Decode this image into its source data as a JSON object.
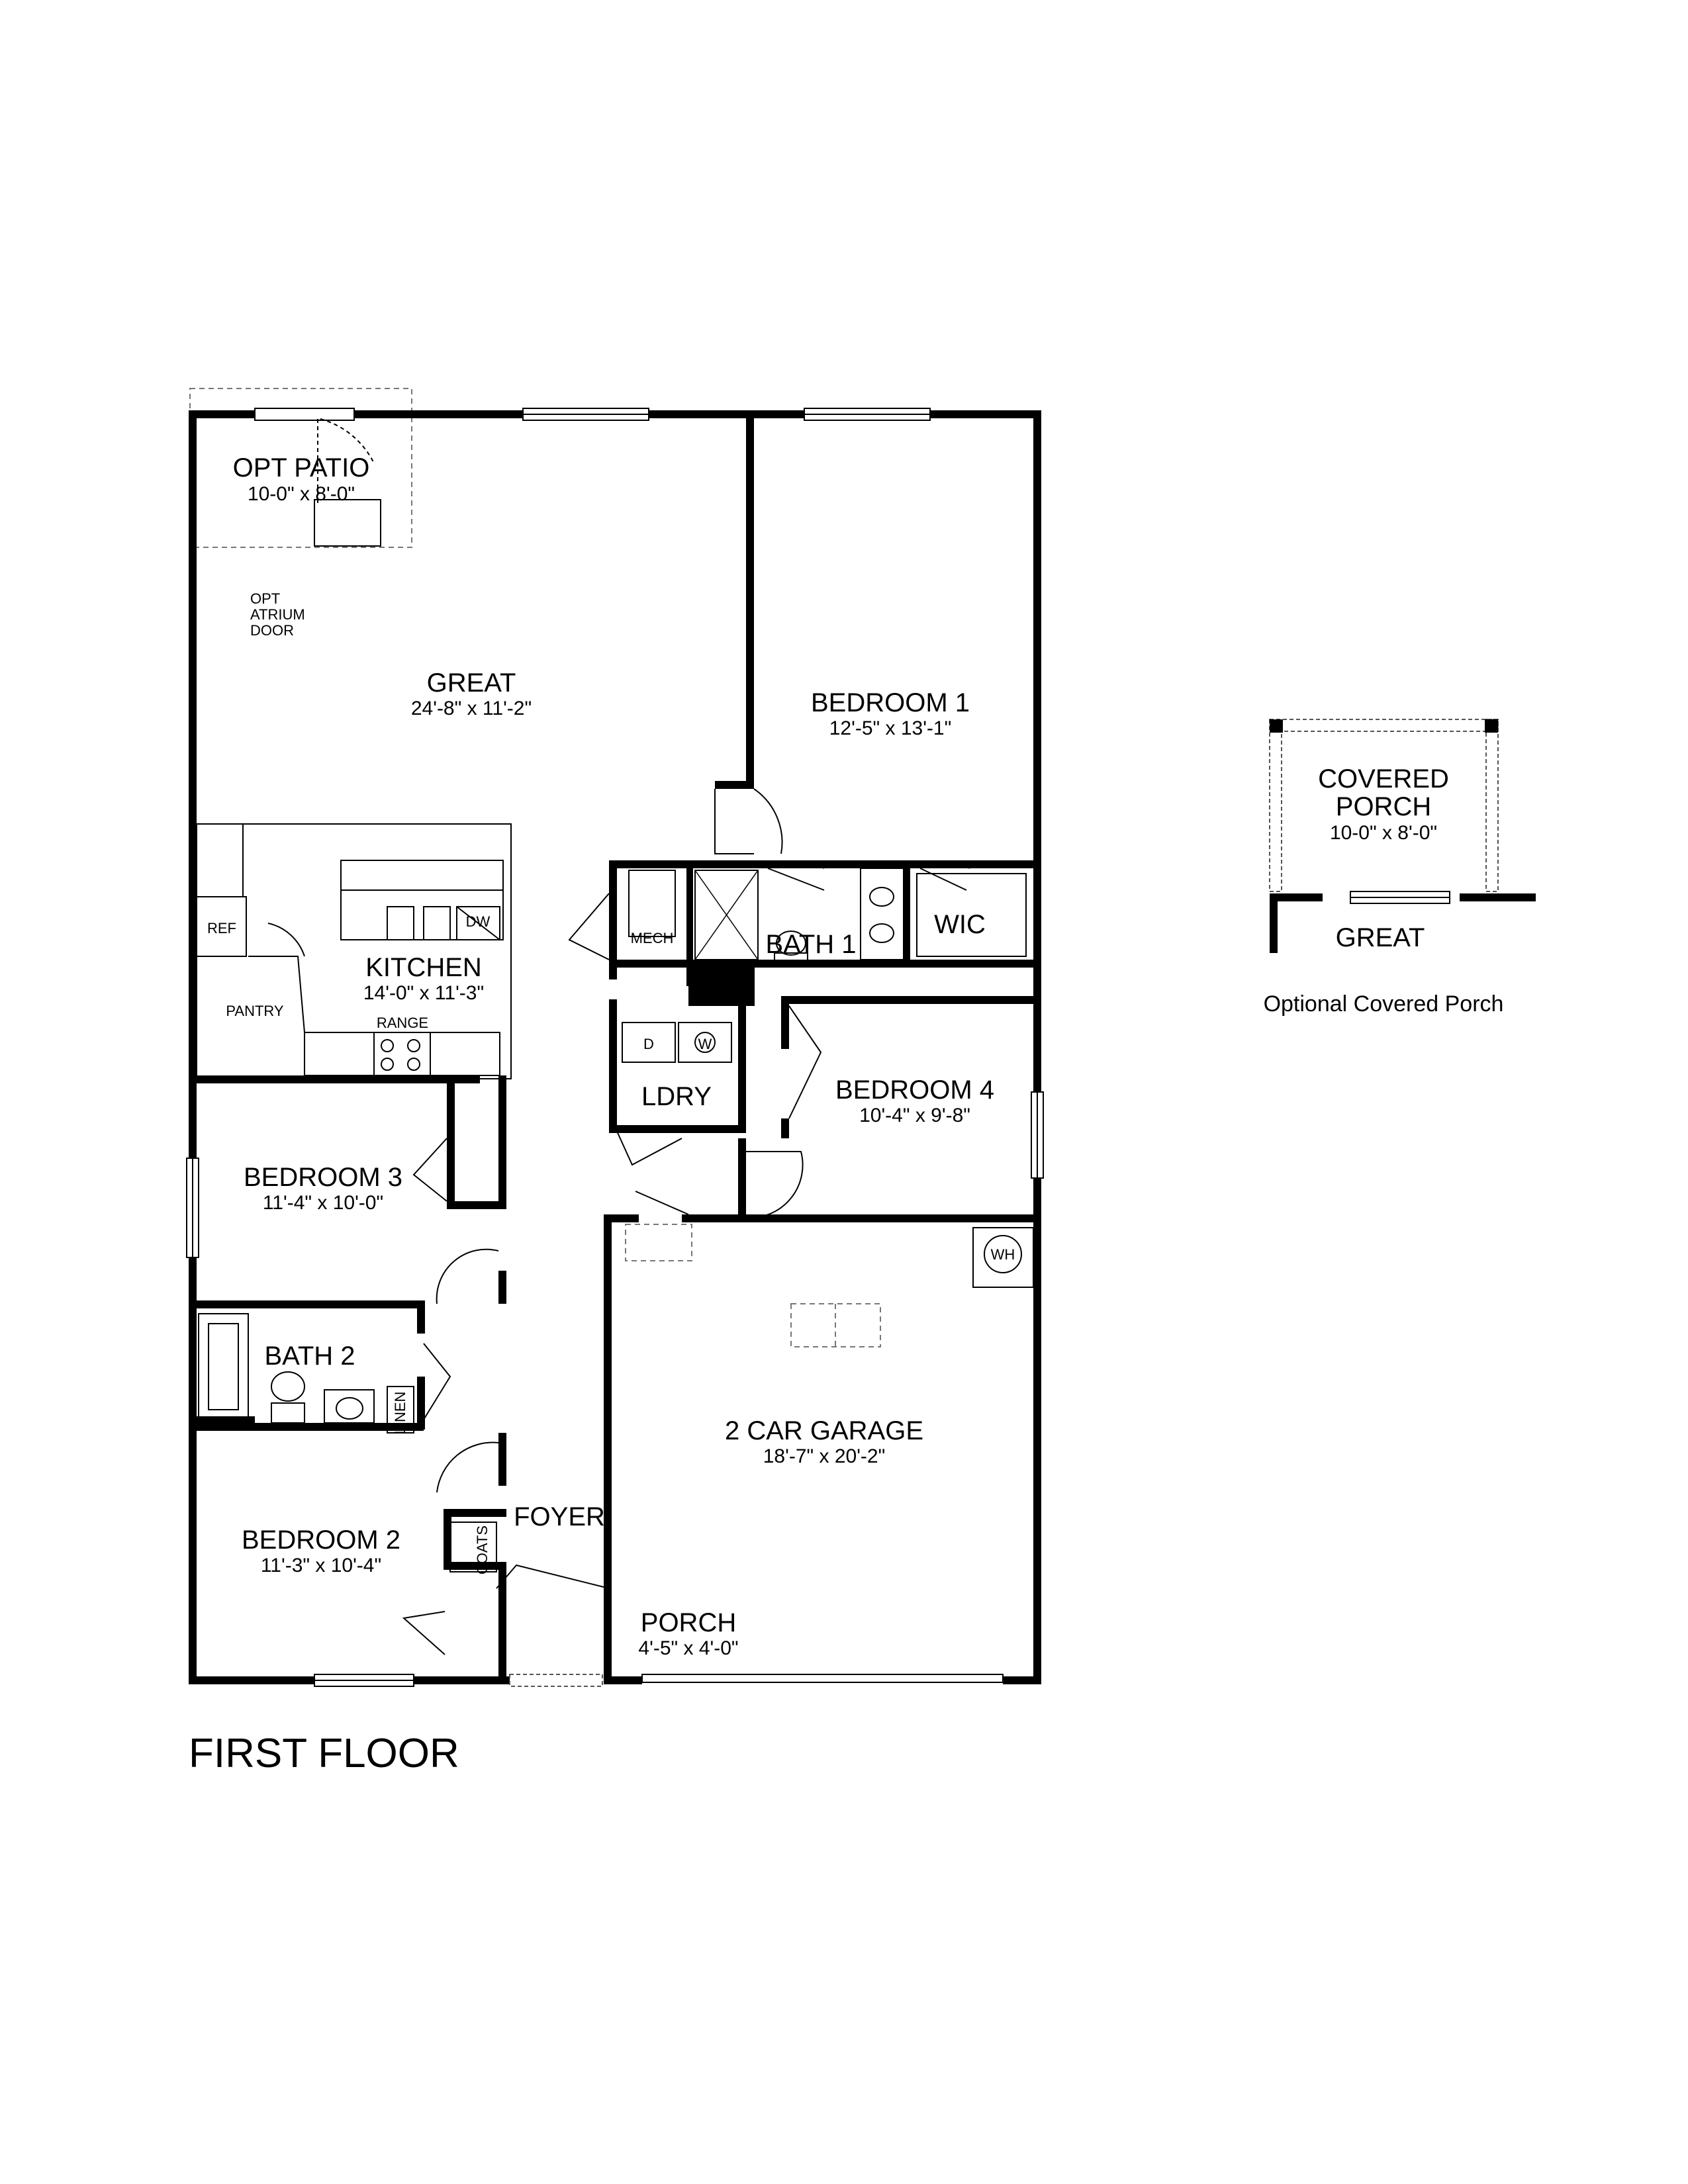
{
  "main_plan": {
    "title": "FIRST FLOOR",
    "rooms": {
      "opt_patio": {
        "name": "OPT PATIO",
        "dims": "10-0\" x 8'-0\""
      },
      "opt_atrium_door": {
        "line1": "OPT",
        "line2": "ATRIUM",
        "line3": "DOOR"
      },
      "great": {
        "name": "GREAT",
        "dims": "24'-8\" x 11'-2\""
      },
      "bedroom1": {
        "name": "BEDROOM 1",
        "dims": "12'-5\" x 13'-1\""
      },
      "kitchen": {
        "name": "KITCHEN",
        "dims": "14'-0\" x 11'-3\""
      },
      "bath1": {
        "name": "BATH 1"
      },
      "wic": {
        "name": "WIC"
      },
      "mech": {
        "name": "MECH"
      },
      "ldry": {
        "name": "LDRY"
      },
      "bedroom4": {
        "name": "BEDROOM 4",
        "dims": "10'-4\" x 9'-8\""
      },
      "bedroom3": {
        "name": "BEDROOM 3",
        "dims": "11'-4\" x 10'-0\""
      },
      "bath2": {
        "name": "BATH 2"
      },
      "linen": {
        "name": "LINEN"
      },
      "bedroom2": {
        "name": "BEDROOM 2",
        "dims": "11'-3\" x 10'-4\""
      },
      "foyer": {
        "name": "FOYER"
      },
      "coats": {
        "name": "COATS"
      },
      "porch": {
        "name": "PORCH",
        "dims": "4'-5\" x 4'-0\""
      },
      "garage": {
        "name": "2 CAR GARAGE",
        "dims": "18'-7\" x 20'-2\""
      }
    },
    "fixtures": {
      "ref": "REF",
      "pantry": "PANTRY",
      "dw": "DW",
      "range": "RANGE",
      "dryer": "D",
      "washer": "W",
      "water_heater": "WH"
    }
  },
  "option_plan": {
    "caption": "Optional Covered Porch",
    "covered_porch": {
      "line1": "COVERED",
      "line2": "PORCH",
      "dims": "10-0\" x 8'-0\""
    },
    "great": "GREAT"
  }
}
